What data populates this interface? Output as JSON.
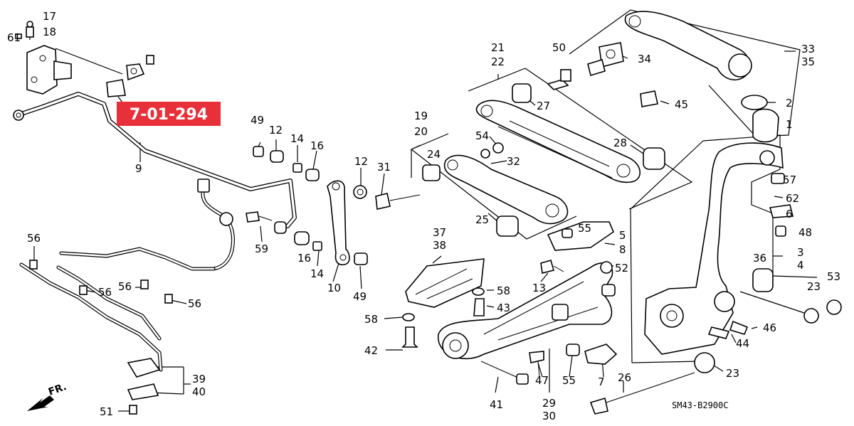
{
  "reference_code": "7-01-294",
  "diagram_code": "SM43-B2900C",
  "direction_label": "FR.",
  "colors": {
    "reference_box": "#e8303a",
    "ink": "#000000"
  },
  "callouts": [
    {
      "id": "c17",
      "text": "17"
    },
    {
      "id": "c18",
      "text": "18"
    },
    {
      "id": "c61",
      "text": "61"
    },
    {
      "id": "c9",
      "text": "9"
    },
    {
      "id": "c49a",
      "text": "49"
    },
    {
      "id": "c12a",
      "text": "12"
    },
    {
      "id": "c14a",
      "text": "14"
    },
    {
      "id": "c16a",
      "text": "16"
    },
    {
      "id": "c12b",
      "text": "12"
    },
    {
      "id": "c31",
      "text": "31"
    },
    {
      "id": "c59",
      "text": "59"
    },
    {
      "id": "c16b",
      "text": "16"
    },
    {
      "id": "c14b",
      "text": "14"
    },
    {
      "id": "c10",
      "text": "10"
    },
    {
      "id": "c49b",
      "text": "49"
    },
    {
      "id": "c56a",
      "text": "56"
    },
    {
      "id": "c56b",
      "text": "56"
    },
    {
      "id": "c56c",
      "text": "56"
    },
    {
      "id": "c56d",
      "text": "56"
    },
    {
      "id": "c39",
      "text": "39"
    },
    {
      "id": "c40",
      "text": "40"
    },
    {
      "id": "c51",
      "text": "51"
    },
    {
      "id": "c19",
      "text": "19"
    },
    {
      "id": "c20",
      "text": "20"
    },
    {
      "id": "c24",
      "text": "24"
    },
    {
      "id": "c32",
      "text": "32"
    },
    {
      "id": "c25",
      "text": "25"
    },
    {
      "id": "c21",
      "text": "21"
    },
    {
      "id": "c22",
      "text": "22"
    },
    {
      "id": "c50",
      "text": "50"
    },
    {
      "id": "c27",
      "text": "27"
    },
    {
      "id": "c54",
      "text": "54"
    },
    {
      "id": "c28",
      "text": "28"
    },
    {
      "id": "c33",
      "text": "33"
    },
    {
      "id": "c35",
      "text": "35"
    },
    {
      "id": "c34",
      "text": "34"
    },
    {
      "id": "c45",
      "text": "45"
    },
    {
      "id": "c2",
      "text": "2"
    },
    {
      "id": "c1",
      "text": "1"
    },
    {
      "id": "c57",
      "text": "57"
    },
    {
      "id": "c62",
      "text": "62"
    },
    {
      "id": "c6",
      "text": "6"
    },
    {
      "id": "c48",
      "text": "48"
    },
    {
      "id": "c3",
      "text": "3"
    },
    {
      "id": "c4",
      "text": "4"
    },
    {
      "id": "c36",
      "text": "36"
    },
    {
      "id": "c23a",
      "text": "23"
    },
    {
      "id": "c53",
      "text": "53"
    },
    {
      "id": "c46",
      "text": "46"
    },
    {
      "id": "c44",
      "text": "44"
    },
    {
      "id": "c23b",
      "text": "23"
    },
    {
      "id": "c26",
      "text": "26"
    },
    {
      "id": "c37",
      "text": "37"
    },
    {
      "id": "c38",
      "text": "38"
    },
    {
      "id": "c58a",
      "text": "58"
    },
    {
      "id": "c43",
      "text": "43"
    },
    {
      "id": "c58b",
      "text": "58"
    },
    {
      "id": "c42",
      "text": "42"
    },
    {
      "id": "c55a",
      "text": "55"
    },
    {
      "id": "c5",
      "text": "5"
    },
    {
      "id": "c8",
      "text": "8"
    },
    {
      "id": "c13",
      "text": "13"
    },
    {
      "id": "c52",
      "text": "52"
    },
    {
      "id": "c41",
      "text": "41"
    },
    {
      "id": "c47",
      "text": "47"
    },
    {
      "id": "c29",
      "text": "29"
    },
    {
      "id": "c30",
      "text": "30"
    },
    {
      "id": "c55b",
      "text": "55"
    },
    {
      "id": "c7",
      "text": "7"
    }
  ]
}
